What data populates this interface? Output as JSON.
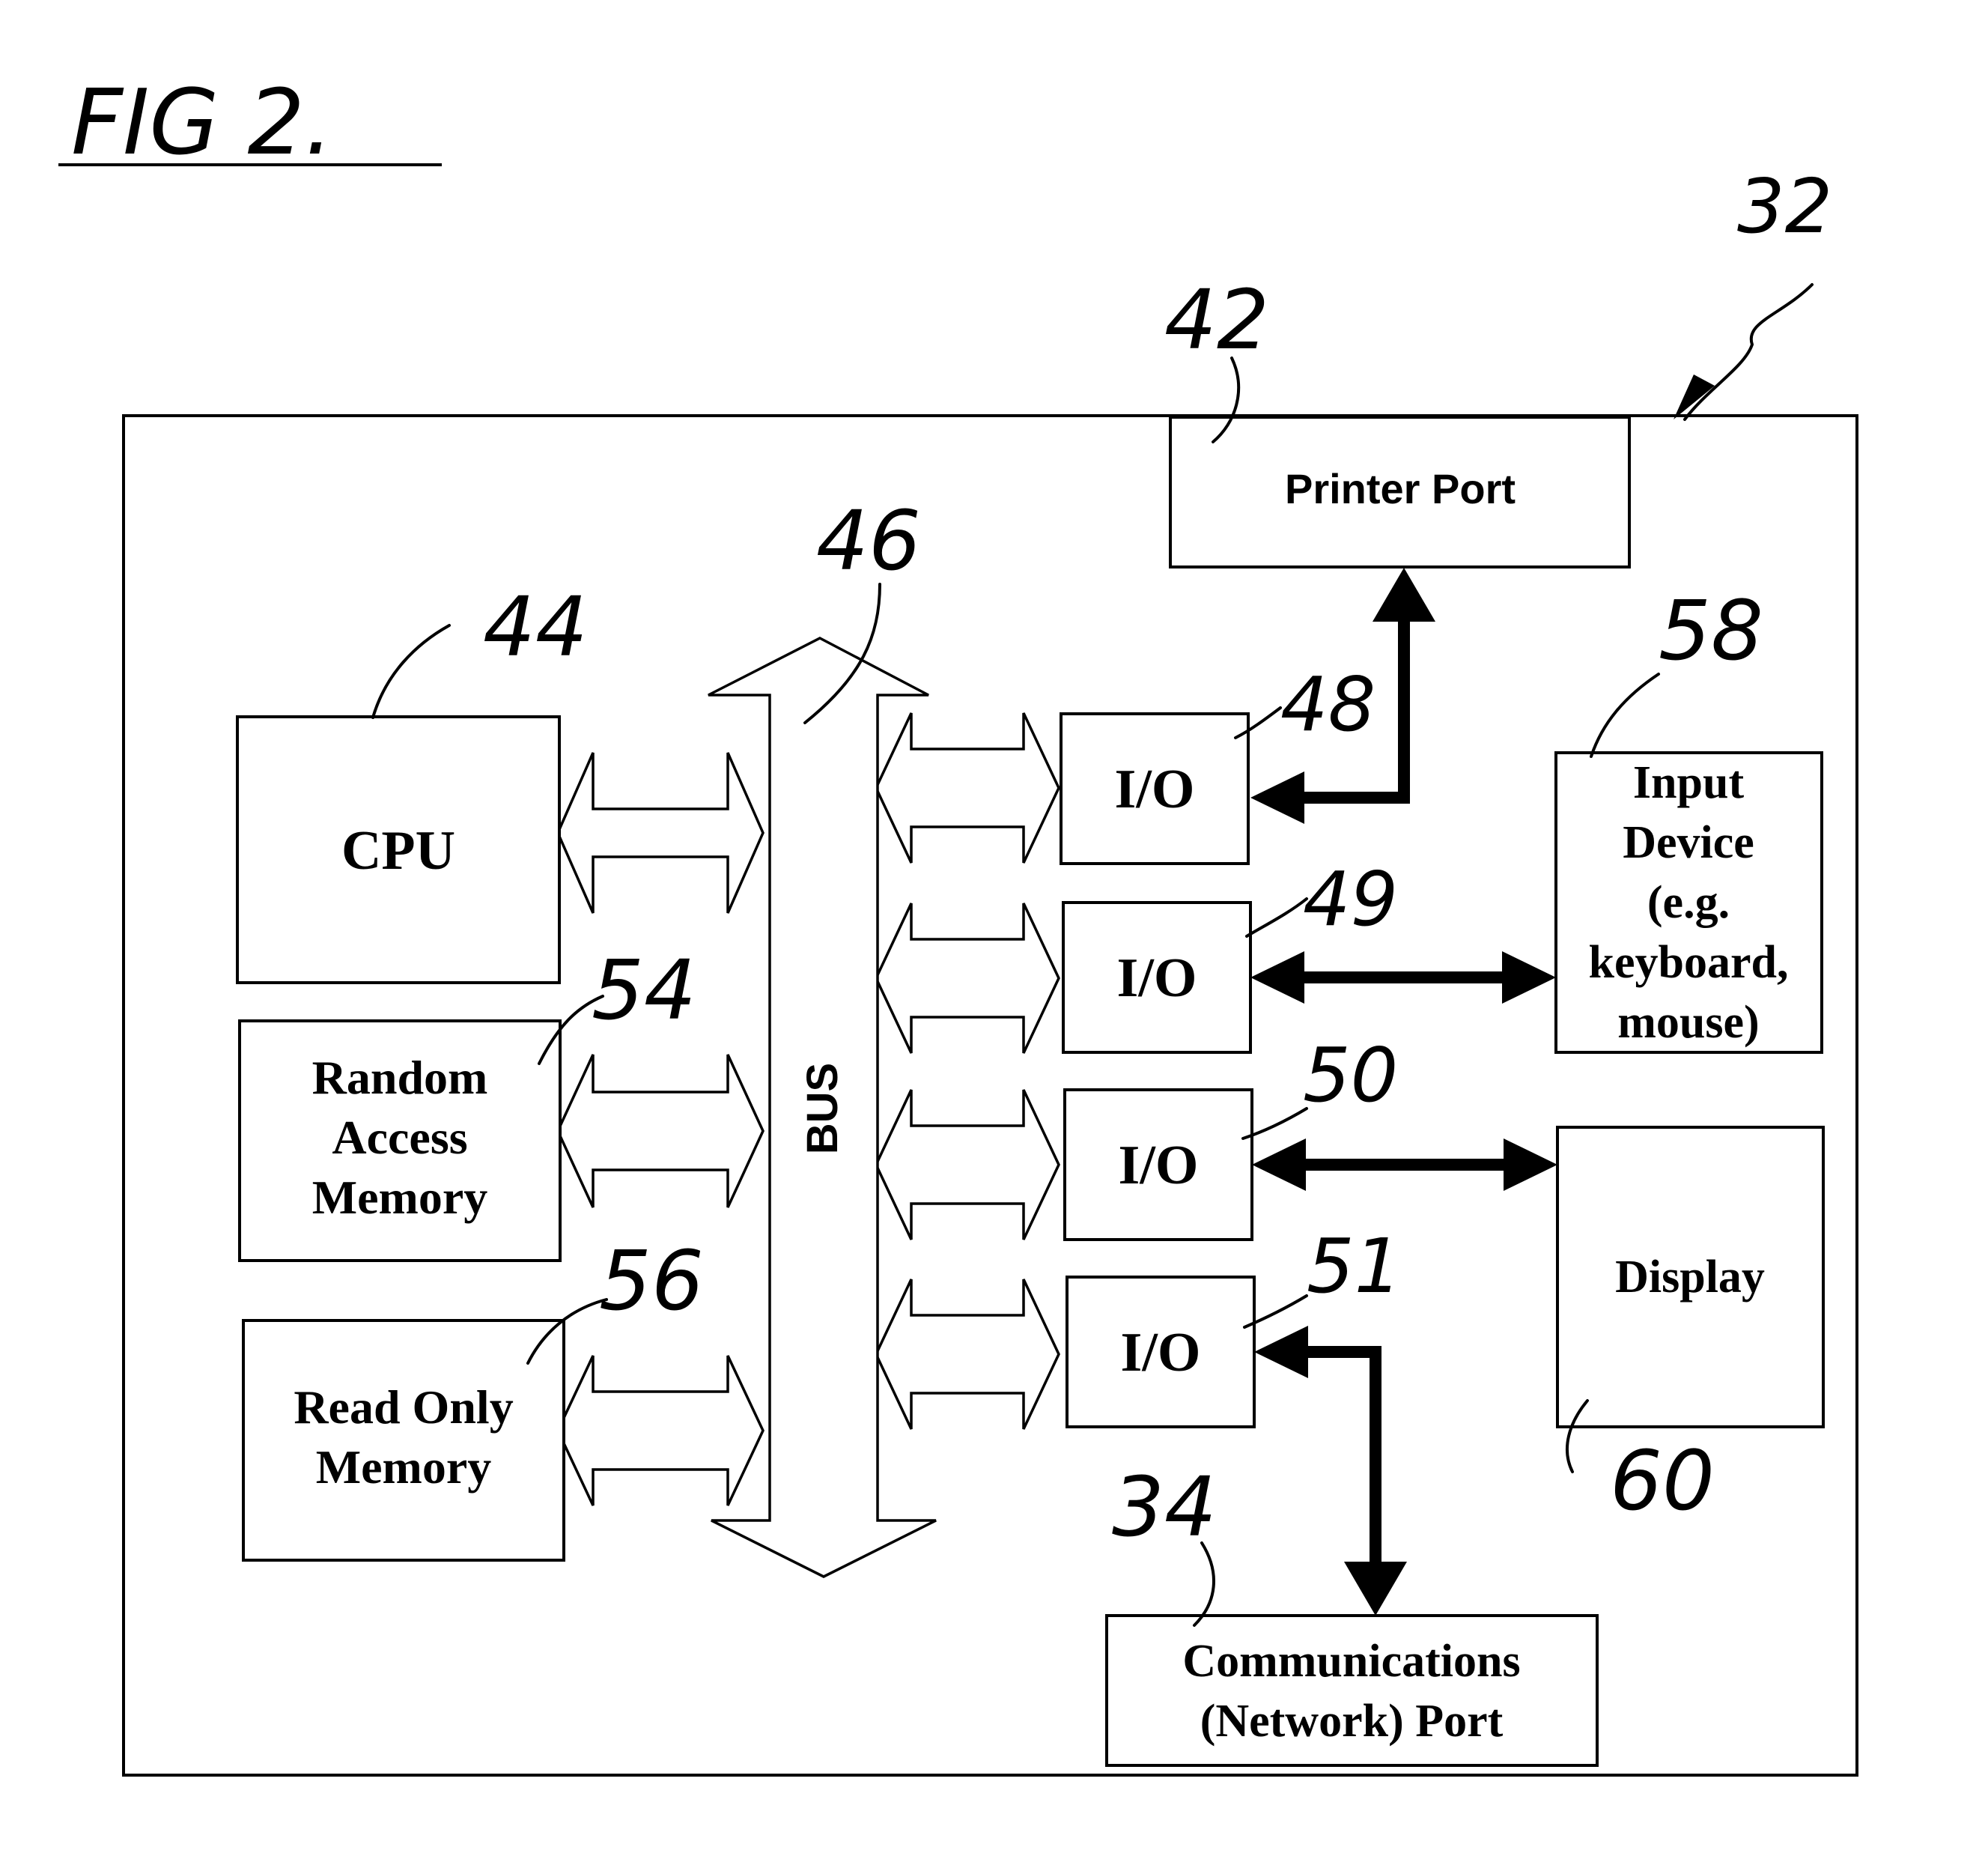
{
  "figure": {
    "title": "FIG 2.",
    "system_ref": "32"
  },
  "components": {
    "cpu": {
      "label": "CPU",
      "ref": "44"
    },
    "ram": {
      "lines": [
        "Random",
        "Access",
        "Memory"
      ],
      "ref": "54"
    },
    "rom": {
      "lines": [
        "Read Only",
        "Memory"
      ],
      "ref": "56"
    },
    "bus": {
      "label": "BUS",
      "ref": "46"
    },
    "io_48": {
      "label": "I/O",
      "ref": "48"
    },
    "io_49": {
      "label": "I/O",
      "ref": "49"
    },
    "io_50": {
      "label": "I/O",
      "ref": "50"
    },
    "io_51": {
      "label": "I/O",
      "ref": "51"
    },
    "printer_port": {
      "label": "Printer Port",
      "ref": "42"
    },
    "input_device": {
      "lines": [
        "Input",
        "Device",
        "(e.g.",
        "keyboard,",
        "mouse)"
      ],
      "ref": "58"
    },
    "display": {
      "label": "Display",
      "ref": "60"
    },
    "comm_port": {
      "lines": [
        "Communications",
        "(Network) Port"
      ],
      "ref": "34"
    }
  }
}
